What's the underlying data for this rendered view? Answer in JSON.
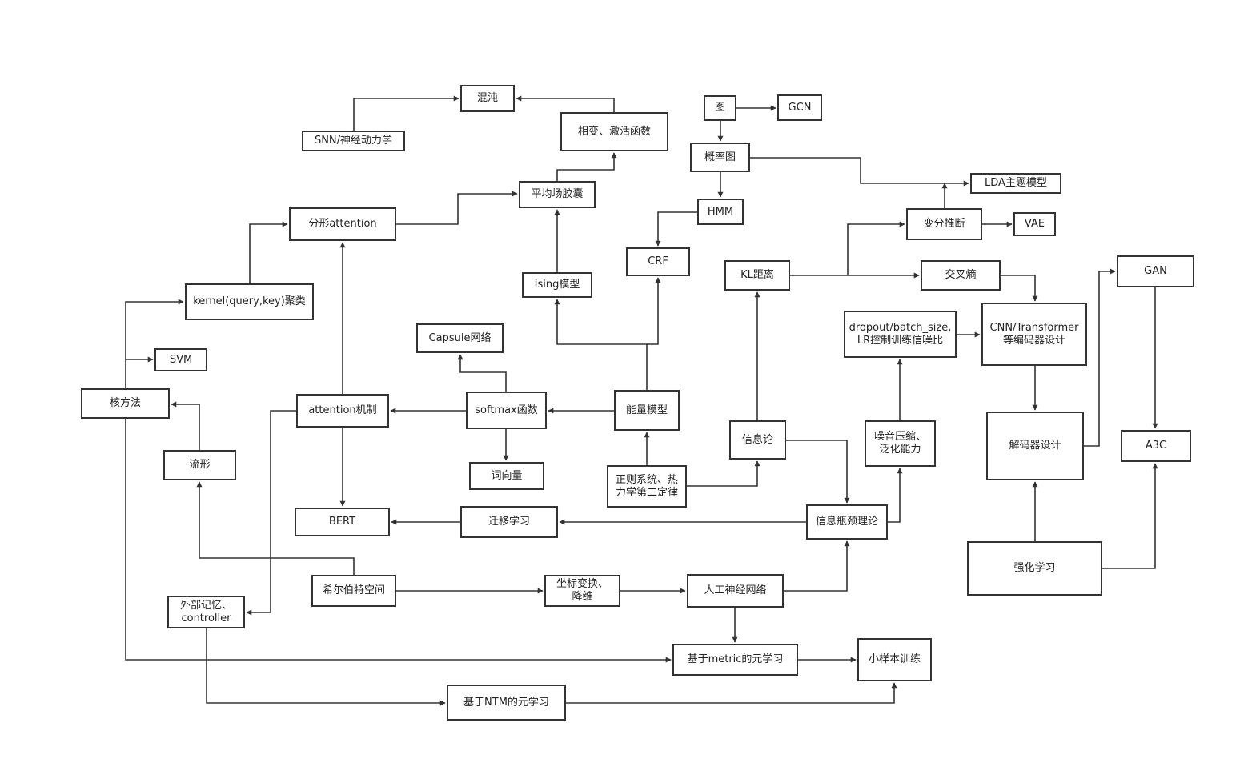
{
  "diagram": {
    "type": "flowchart",
    "colors": {
      "line": "#333333",
      "box_border": "#333333",
      "background": "#ffffff",
      "text": "#222222"
    },
    "nodes": {
      "chaos": "混沌",
      "snn": "SNN/神经动力学",
      "phase": "相变、激活函数",
      "graph": "图",
      "gcn": "GCN",
      "probgraph": "概率图",
      "lda": "LDA主题模型",
      "meanfield": "平均场胶囊",
      "fractal": "分形attention",
      "hmm": "HMM",
      "variational": "变分推断",
      "vae": "VAE",
      "kernelqk": "kernel(query,key)聚类",
      "ising": "Ising模型",
      "crf": "CRF",
      "kl": "KL距离",
      "crossentropy": "交叉熵",
      "gan": "GAN",
      "capsule": "Capsule网络",
      "dropout": "dropout/batch_size, LR控制训练信噪比",
      "cnn": "CNN/Transformer\n等编码器设计",
      "svm": "SVM",
      "kernel": "核方法",
      "attention": "attention机制",
      "softmax": "softmax函数",
      "energy": "能量模型",
      "infotheory": "信息论",
      "noise": "噪音压缩、\n泛化能力",
      "decoder": "解码器设计",
      "a3c": "A3C",
      "manifold": "流形",
      "wordvec": "词向量",
      "regular": "正则系统、热\n力学第二定律",
      "bert": "BERT",
      "transfer": "迁移学习",
      "ib": "信息瓶颈理论",
      "rl": "强化学习",
      "hilbert": "希尔伯特空间",
      "coord": "坐标变换、\n降维",
      "ann": "人工神经网络",
      "external": "外部记忆、\ncontroller",
      "metric": "基于metric的元学习",
      "fewshot": "小样本训练",
      "ntm": "基于NTM的元学习"
    },
    "edges": [
      [
        "snn",
        "chaos"
      ],
      [
        "phase",
        "chaos"
      ],
      [
        "graph",
        "gcn"
      ],
      [
        "graph",
        "probgraph"
      ],
      [
        "probgraph",
        "hmm"
      ],
      [
        "probgraph",
        "lda"
      ],
      [
        "variational",
        "lda"
      ],
      [
        "variational",
        "vae"
      ],
      [
        "meanfield",
        "phase"
      ],
      [
        "fractal",
        "meanfield"
      ],
      [
        "ising",
        "meanfield"
      ],
      [
        "hmm",
        "crf"
      ],
      [
        "kl",
        "variational"
      ],
      [
        "kl",
        "crossentropy"
      ],
      [
        "crossentropy",
        "cnn"
      ],
      [
        "dropout",
        "cnn"
      ],
      [
        "cnn",
        "decoder"
      ],
      [
        "decoder",
        "gan"
      ],
      [
        "gan",
        "a3c"
      ],
      [
        "rl",
        "decoder"
      ],
      [
        "rl",
        "a3c"
      ],
      [
        "kernelqk",
        "fractal"
      ],
      [
        "kernel",
        "kernelqk"
      ],
      [
        "kernel",
        "svm"
      ],
      [
        "kernel",
        "metric"
      ],
      [
        "attention",
        "fractal"
      ],
      [
        "attention",
        "bert"
      ],
      [
        "attention",
        "external"
      ],
      [
        "softmax",
        "attention"
      ],
      [
        "softmax",
        "capsule"
      ],
      [
        "softmax",
        "wordvec"
      ],
      [
        "energy",
        "softmax"
      ],
      [
        "energy",
        "ising"
      ],
      [
        "energy",
        "crf"
      ],
      [
        "regular",
        "energy"
      ],
      [
        "regular",
        "infotheory"
      ],
      [
        "infotheory",
        "kl"
      ],
      [
        "infotheory",
        "ib"
      ],
      [
        "noise",
        "dropout"
      ],
      [
        "ib",
        "noise"
      ],
      [
        "ib",
        "transfer"
      ],
      [
        "transfer",
        "bert"
      ],
      [
        "manifold",
        "kernel"
      ],
      [
        "hilbert",
        "manifold"
      ],
      [
        "hilbert",
        "coord"
      ],
      [
        "coord",
        "ann"
      ],
      [
        "ann",
        "ib"
      ],
      [
        "ann",
        "metric"
      ],
      [
        "metric",
        "fewshot"
      ],
      [
        "external",
        "ntm"
      ],
      [
        "ntm",
        "fewshot"
      ]
    ]
  }
}
